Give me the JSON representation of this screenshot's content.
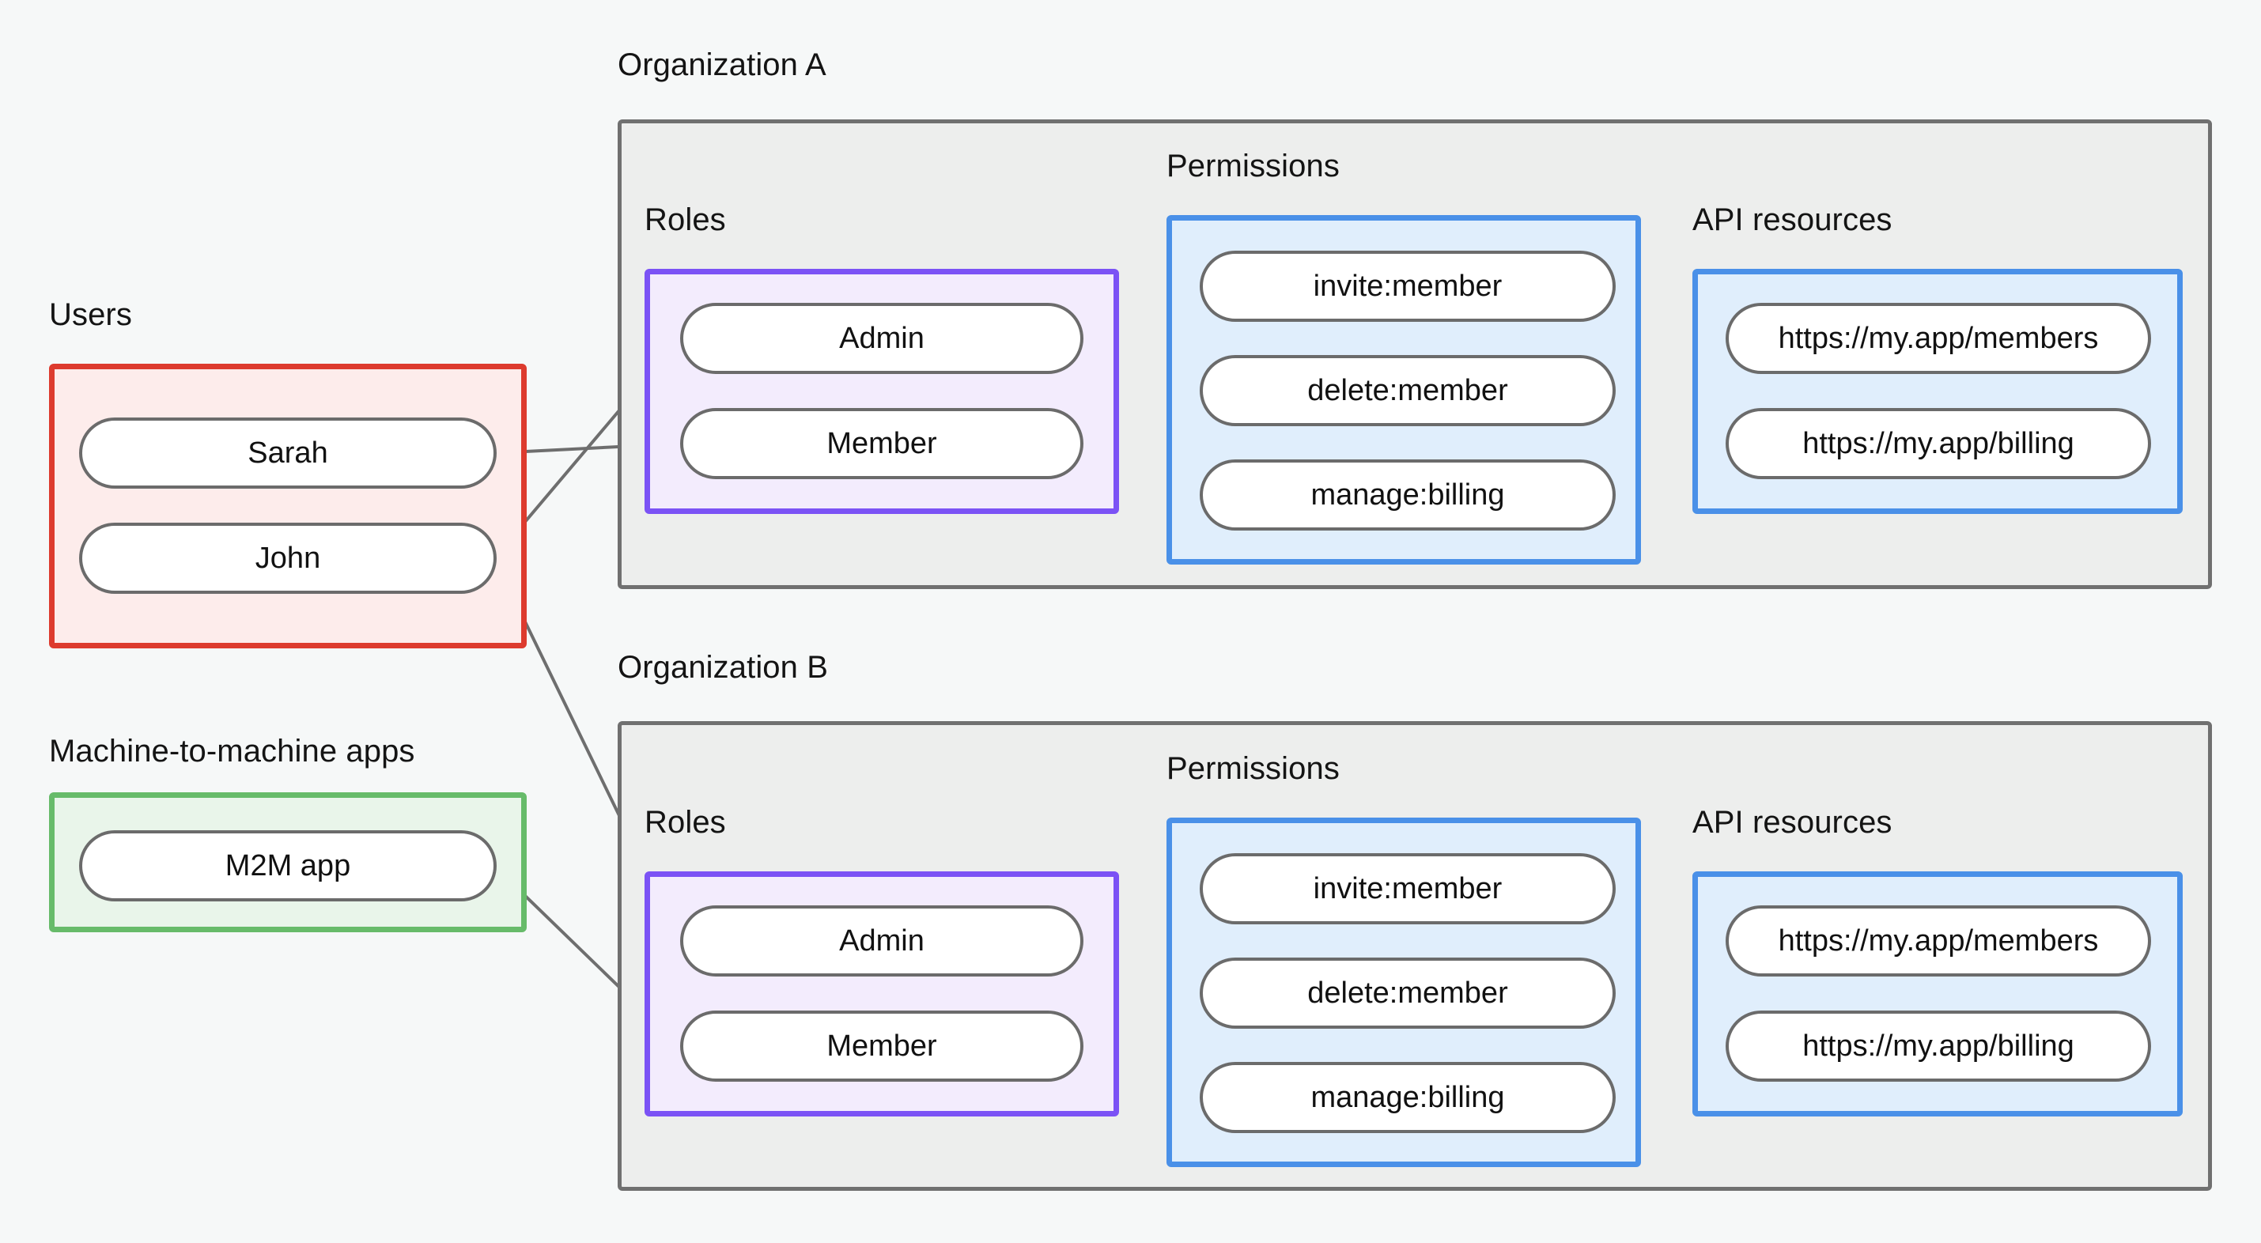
{
  "diagram": {
    "title_visible": false,
    "background": "#f6f8f8",
    "palette": {
      "users_border": "#dd3b2e",
      "users_fill": "#fdeceb",
      "m2m_border": "#67bb6a",
      "m2m_fill": "#e9f5ea",
      "roles_border": "#7b52f5",
      "roles_fill": "#f3ecfd",
      "permissions_border": "#4a90e8",
      "permissions_fill": "#e0eefc",
      "api_border": "#4a90e8",
      "api_fill": "#e0eefc",
      "org_border": "#707070",
      "org_fill": "#edeeed",
      "node_border": "#6b6b6b",
      "node_fill": "#ffffff",
      "edge": "#6e6e6e"
    }
  },
  "left_column": {
    "users": {
      "caption": "Users",
      "items": [
        {
          "label": "Sarah"
        },
        {
          "label": "John"
        }
      ]
    },
    "m2m": {
      "caption": "Machine-to-machine apps",
      "items": [
        {
          "label": "M2M app"
        }
      ]
    }
  },
  "organizations": [
    {
      "caption": "Organization A",
      "roles": {
        "caption": "Roles",
        "items": [
          {
            "label": "Admin"
          },
          {
            "label": "Member"
          }
        ]
      },
      "permissions": {
        "caption": "Permissions",
        "items": [
          {
            "label": "invite:member"
          },
          {
            "label": "delete:member"
          },
          {
            "label": "manage:billing"
          }
        ]
      },
      "api_resources": {
        "caption": "API resources",
        "items": [
          {
            "label": "https://my.app/members"
          },
          {
            "label": "https://my.app/billing"
          }
        ]
      }
    },
    {
      "caption": "Organization B",
      "roles": {
        "caption": "Roles",
        "items": [
          {
            "label": "Admin"
          },
          {
            "label": "Member"
          }
        ]
      },
      "permissions": {
        "caption": "Permissions",
        "items": [
          {
            "label": "invite:member"
          },
          {
            "label": "delete:member"
          },
          {
            "label": "manage:billing"
          }
        ]
      },
      "api_resources": {
        "caption": "API resources",
        "items": [
          {
            "label": "https://my.app/members"
          },
          {
            "label": "https://my.app/billing"
          }
        ]
      }
    }
  ],
  "connections": [
    {
      "from": "Sarah",
      "to": "Organization A / Member"
    },
    {
      "from": "John",
      "to": "Organization A / Admin"
    },
    {
      "from": "John",
      "to": "Organization B / Admin"
    },
    {
      "from": "M2M app",
      "to": "Organization B / Member"
    },
    {
      "from": "Organization A / Admin",
      "to": "Organization A / invite:member"
    },
    {
      "from": "Organization A / Admin",
      "to": "Organization A / delete:member"
    },
    {
      "from": "Organization A / Member",
      "to": "Organization A / manage:billing"
    },
    {
      "from": "Organization A / invite:member",
      "to": "Organization A / https://my.app/members"
    },
    {
      "from": "Organization A / delete:member",
      "to": "Organization A / https://my.app/members"
    },
    {
      "from": "Organization A / manage:billing",
      "to": "Organization A / https://my.app/billing"
    },
    {
      "from": "Organization B / Admin",
      "to": "Organization B / invite:member"
    },
    {
      "from": "Organization B / Admin",
      "to": "Organization B / delete:member"
    },
    {
      "from": "Organization B / Member",
      "to": "Organization B / manage:billing"
    },
    {
      "from": "Organization B / invite:member",
      "to": "Organization B / https://my.app/members"
    },
    {
      "from": "Organization B / delete:member",
      "to": "Organization B / https://my.app/members"
    },
    {
      "from": "Organization B / manage:billing",
      "to": "Organization B / https://my.app/billing"
    }
  ]
}
